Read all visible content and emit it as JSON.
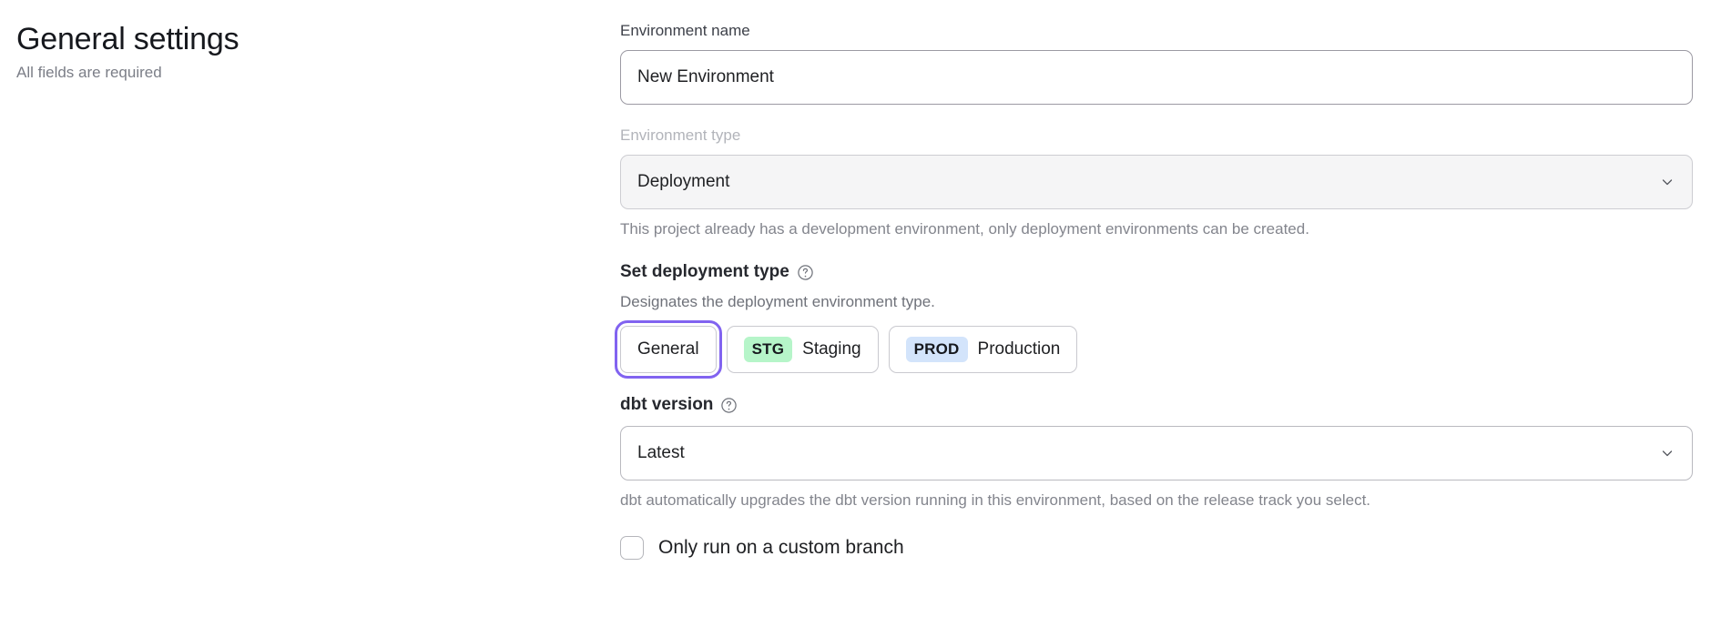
{
  "header": {
    "title": "General settings",
    "subtitle": "All fields are required"
  },
  "form": {
    "environment_name": {
      "label": "Environment name",
      "value": "New Environment",
      "placeholder": ""
    },
    "environment_type": {
      "label": "Environment type",
      "value": "Deployment",
      "disabled": true,
      "options": [
        "Deployment"
      ],
      "helper": "This project already has a development environment, only deployment environments can be created.",
      "chevron_icon": "chevron-down-icon"
    },
    "deployment_type": {
      "heading": "Set deployment type",
      "help_icon": "help-circle-icon",
      "description": "Designates the deployment environment type.",
      "options": [
        {
          "label": "General",
          "badge": "",
          "badge_kind": "",
          "focused": true
        },
        {
          "label": "Staging",
          "badge": "STG",
          "badge_kind": "stg",
          "focused": false
        },
        {
          "label": "Production",
          "badge": "PROD",
          "badge_kind": "prod",
          "focused": false
        }
      ]
    },
    "dbt_version": {
      "label": "dbt version",
      "help_icon": "help-circle-icon",
      "value": "Latest",
      "options": [
        "Latest"
      ],
      "helper": "dbt automatically upgrades the dbt version running in this environment, based on the release track you select.",
      "chevron_icon": "chevron-down-icon"
    },
    "custom_branch": {
      "label": "Only run on a custom branch",
      "checked": false
    }
  },
  "colors": {
    "focus_ring": "#8163f0",
    "stg_badge_bg": "#b6f5c9",
    "prod_badge_bg": "#d3e4fb",
    "disabled_field_bg": "#f5f5f6",
    "muted_text": "#83858d"
  }
}
